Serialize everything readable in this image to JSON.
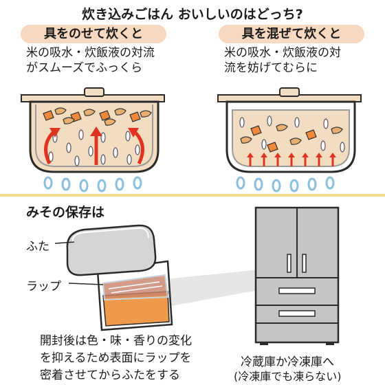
{
  "title": "炊き込みごはん おいしいのはどっち?",
  "left_panel": {
    "heading": "具をのせて炊くと",
    "desc_line1": "米の吸水・炊飯液の対流",
    "desc_line2": "がスムーズでふっくら"
  },
  "right_panel": {
    "heading": "具を混ぜて炊くと",
    "desc_line1": "米の吸水・炊飯液の対",
    "desc_line2": "流を妨げてむらに"
  },
  "miso_section": {
    "heading": "みその保存は",
    "label_lid": "ふた",
    "label_wrap": "ラップ",
    "note_line1": "開封後は色・味・香りの変化",
    "note_line2": "を抑えるため表面にラップを",
    "note_line3": "密着させてからふたをする"
  },
  "fridge": {
    "line1": "冷蔵庫か冷凍庫へ",
    "line2": "(冷凍庫でも凍らない)"
  },
  "colors": {
    "pill_bg": "#f6d9bf",
    "pot_interior": "#f2ddc0",
    "flame": "#8cc0dc",
    "arrow_red": "#e03322",
    "divider": "#f0dc8a",
    "miso": "#ef9a4a",
    "fridge_gray": "#c5c5c5"
  }
}
